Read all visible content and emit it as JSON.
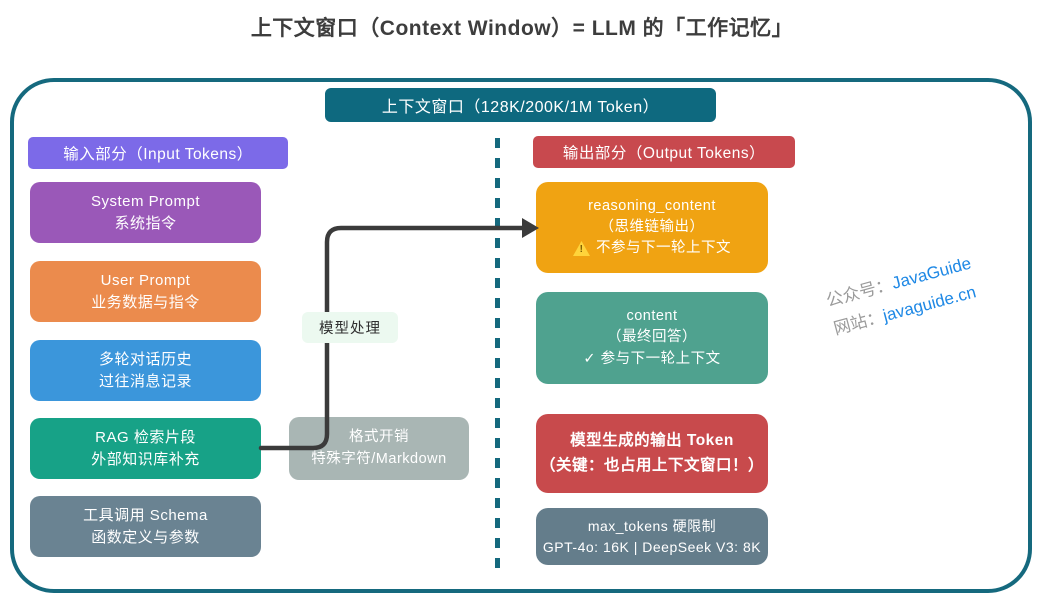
{
  "title": "上下文窗口（Context Window）= LLM 的「工作记忆」",
  "window_badge": "上下文窗口（128K/200K/1M Token）",
  "input_section": {
    "header": "输入部分（Input Tokens）",
    "boxes": [
      {
        "line1": "System Prompt",
        "line2": "系统指令",
        "color": "#9a58b8"
      },
      {
        "line1": "User Prompt",
        "line2": "业务数据与指令",
        "color": "#eb8b4d"
      },
      {
        "line1": "多轮对话历史",
        "line2": "过往消息记录",
        "color": "#3b96db"
      },
      {
        "line1": "RAG 检索片段",
        "line2": "外部知识库补充",
        "color": "#17a287"
      },
      {
        "line1": "工具调用 Schema",
        "line2": "函数定义与参数",
        "color": "#6a8392"
      }
    ]
  },
  "middle": {
    "process_label": "模型处理",
    "overhead": {
      "line1": "格式开销",
      "line2": "特殊字符/Markdown",
      "color": "#a9b6b4"
    }
  },
  "output_section": {
    "header": "输出部分（Output Tokens）",
    "reasoning": {
      "line1": "reasoning_content",
      "line2": "（思维链输出）",
      "warn_mark": "!",
      "line3": "不参与下一轮上下文",
      "color": "#f0a312"
    },
    "content": {
      "line1": "content",
      "line2": "（最终回答）",
      "line3": "✓ 参与下一轮上下文",
      "color": "#4fa28f"
    },
    "key_box": {
      "line1": "模型生成的输出 Token",
      "line2": "（关键：也占用上下文窗口！）",
      "color": "#c84a4c"
    },
    "limit_box": {
      "line1": "max_tokens 硬限制",
      "line2": "GPT-4o: 16K | DeepSeek V3: 8K",
      "color": "#647d8b"
    }
  },
  "watermark": {
    "line1_label": "公众号：",
    "line1_value": "JavaGuide",
    "line2_label": "网站：",
    "line2_value": "javaguide.cn"
  },
  "colors": {
    "frame_border": "#15697e",
    "badge_bg": "#0e697f",
    "input_header_bg": "#7c6ae8",
    "output_header_bg": "#c8494e",
    "arrow": "#3b3b3b",
    "divider": "#15697e",
    "watermark_blue": "#1e88e5",
    "watermark_gray": "#9b9b9b",
    "title_text": "#3d3d3d"
  }
}
